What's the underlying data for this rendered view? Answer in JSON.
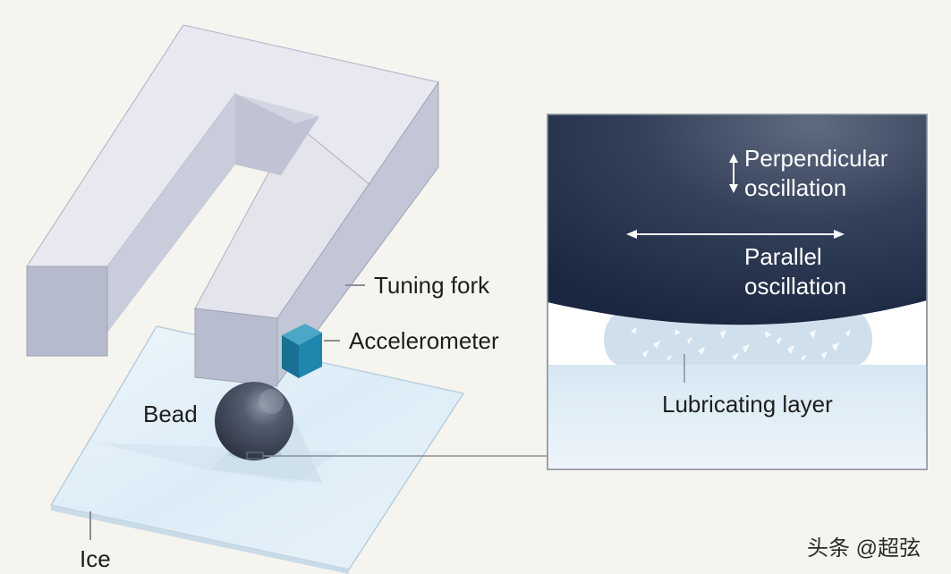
{
  "labels": {
    "tuning_fork": "Tuning fork",
    "accelerometer": "Accelerometer",
    "bead": "Bead",
    "ice": "Ice",
    "perpendicular_line1": "Perpendicular",
    "perpendicular_line2": "oscillation",
    "parallel_line1": "Parallel",
    "parallel_line2": "oscillation",
    "lubricating_layer": "Lubricating layer"
  },
  "watermark": "头条 @超弦",
  "colors": {
    "background": "#f5f4ef",
    "fork_top": "#e6e7ee",
    "fork_side": "#c5c8d8",
    "fork_front": "#b3b7ca",
    "accelerometer": "#1f7fa5",
    "bead": "#3c4556",
    "ice": "#e6f1f9",
    "inset_dark": "#1f2c44",
    "lubricant": "#cfe0ec"
  }
}
